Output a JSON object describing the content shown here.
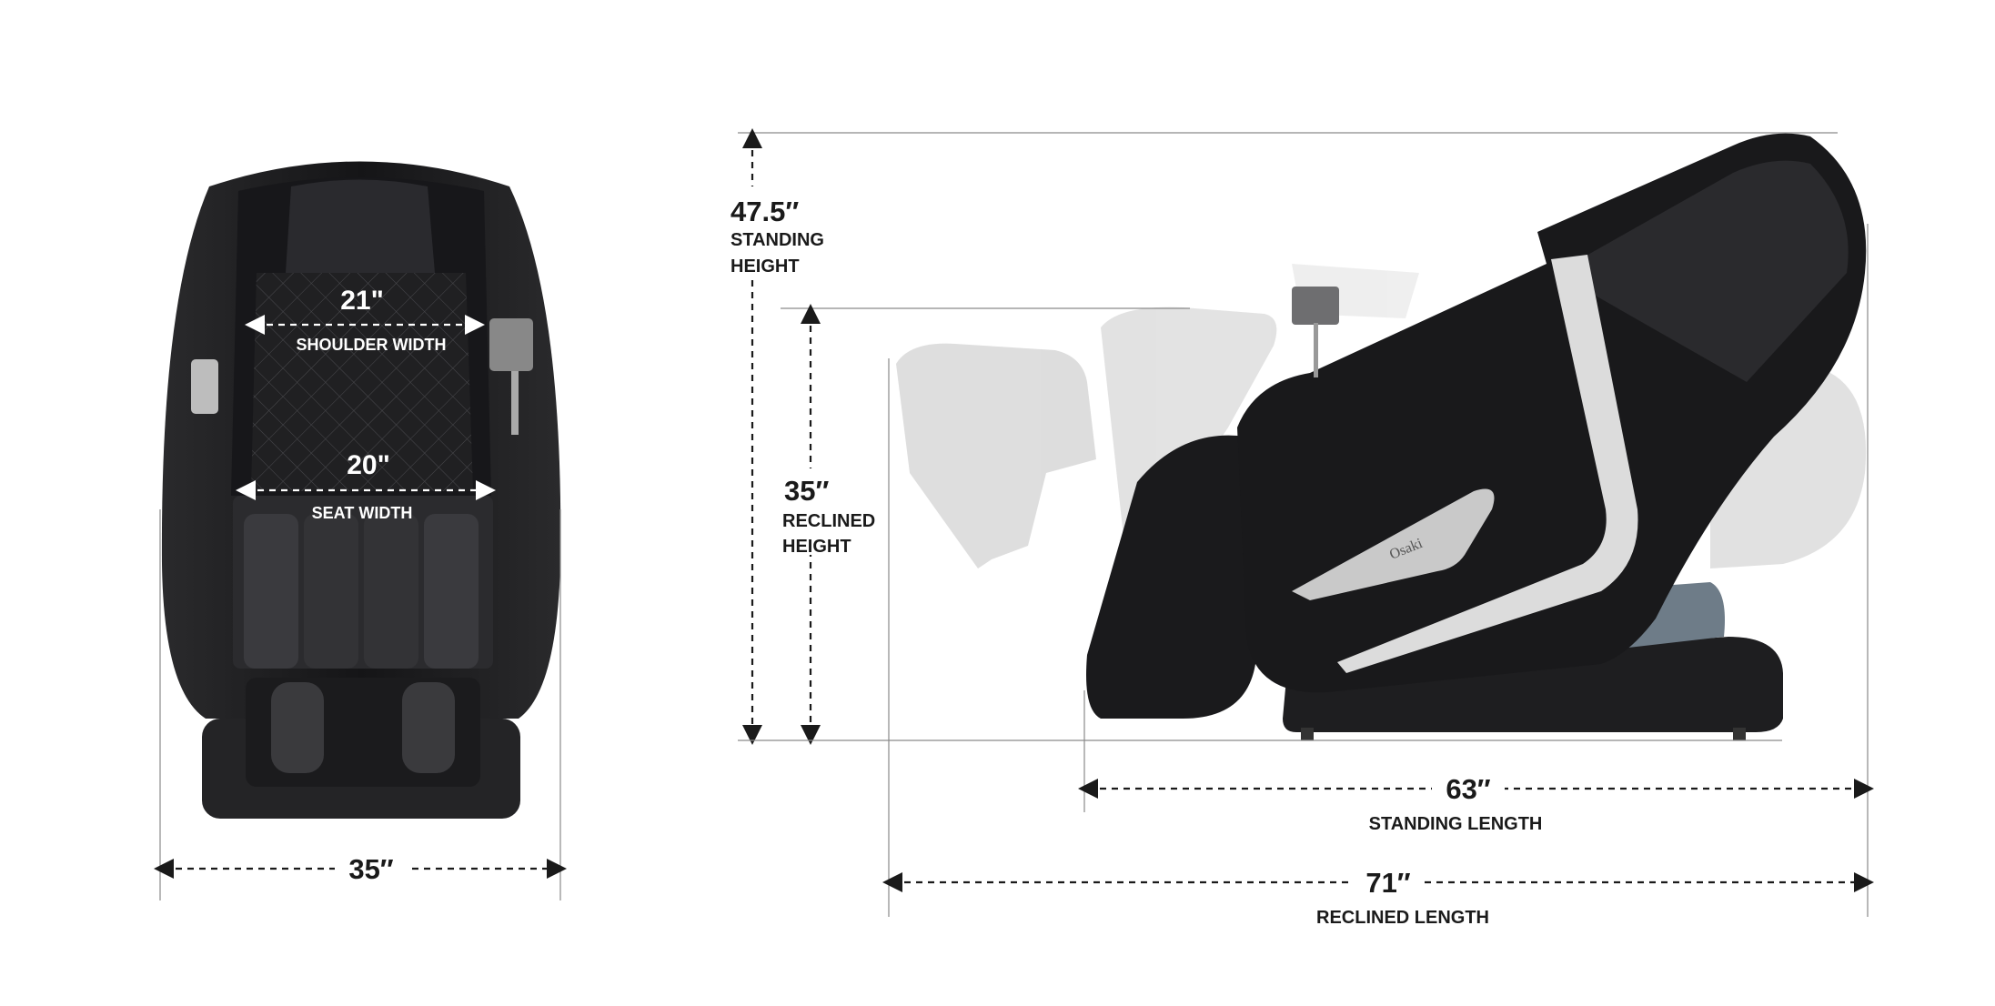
{
  "front_view": {
    "shoulder_width": {
      "value": "21\"",
      "label": "SHOULDER WIDTH"
    },
    "seat_width": {
      "value": "20\"",
      "label": "SEAT WIDTH"
    },
    "overall_width": {
      "value": "35″"
    }
  },
  "side_view": {
    "standing_height": {
      "value": "47.5″",
      "label_line1": "STANDING",
      "label_line2": "HEIGHT"
    },
    "reclined_height": {
      "value": "35″",
      "label_line1": "RECLINED",
      "label_line2": "HEIGHT"
    },
    "standing_length": {
      "value": "63″",
      "label": "STANDING LENGTH"
    },
    "reclined_length": {
      "value": "71″",
      "label": "RECLINED LENGTH"
    },
    "brand_mark": "Osaki"
  },
  "colors": {
    "chair_body": "#1c1c1e",
    "ghost": "#d6d6d6",
    "trim": "#d9d9d9",
    "text": "#1a1a1a"
  }
}
